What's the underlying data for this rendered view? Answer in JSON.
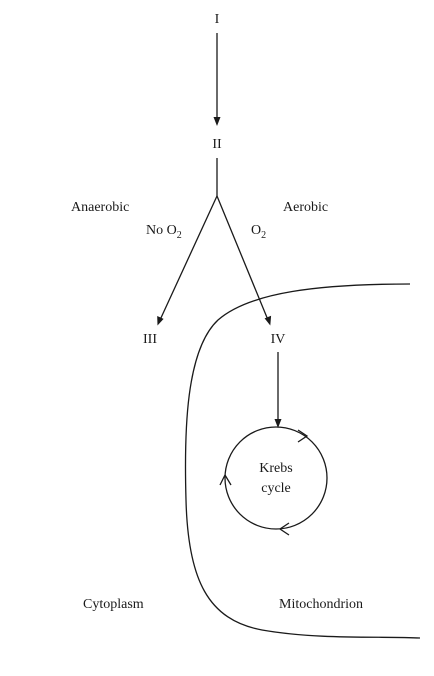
{
  "stages": {
    "I": "I",
    "II": "II",
    "III": "III",
    "IV": "IV"
  },
  "branches": {
    "anaerobic": "Anaerobic",
    "aerobic": "Aerobic",
    "no_o2_prefix": "No O",
    "o2_prefix": "O",
    "o2_subscript": "2"
  },
  "krebs": {
    "line1": "Krebs",
    "line2": "cycle"
  },
  "regions": {
    "cytoplasm": "Cytoplasm",
    "mitochondrion": "Mitochondrion"
  }
}
